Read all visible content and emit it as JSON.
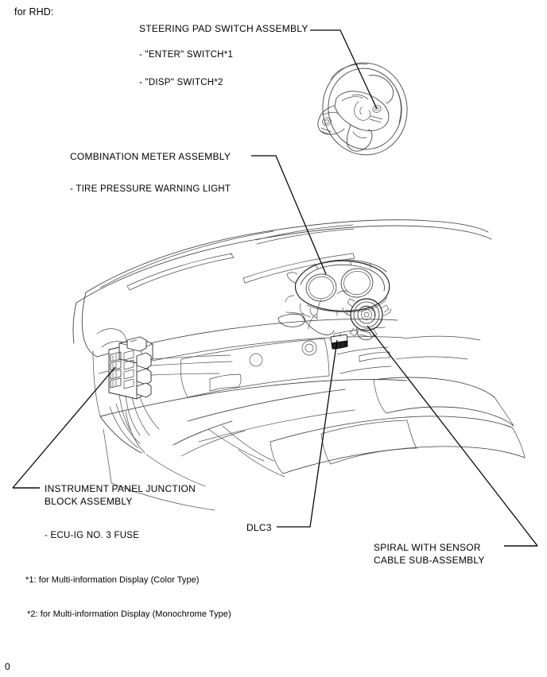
{
  "page": {
    "intro_note": "for RHD:",
    "page_marker": "0"
  },
  "callouts": {
    "steering_pad": {
      "title": "STEERING PAD SWITCH ASSEMBLY",
      "items": [
        "- \"ENTER\" SWITCH*1",
        "- \"DISP\" SWITCH*2"
      ]
    },
    "combination_meter": {
      "title": "COMBINATION METER ASSEMBLY",
      "items": [
        "- TIRE PRESSURE WARNING LIGHT"
      ]
    },
    "junction_block": {
      "title_line1": "INSTRUMENT PANEL JUNCTION",
      "title_line2": "BLOCK ASSEMBLY",
      "items": [
        "- ECU-IG NO. 3 FUSE"
      ]
    },
    "dlc3": {
      "title": "DLC3"
    },
    "spiral_cable": {
      "title_line1": "SPIRAL WITH SENSOR",
      "title_line2": "CABLE SUB-ASSEMBLY"
    }
  },
  "footnotes": [
    "*1: for Multi-information Display (Color Type)",
    "*2: for Multi-information Display (Monochrome Type)"
  ],
  "colors": {
    "ink": "#000000",
    "line_light": "#3a3a3a",
    "background": "#ffffff"
  }
}
